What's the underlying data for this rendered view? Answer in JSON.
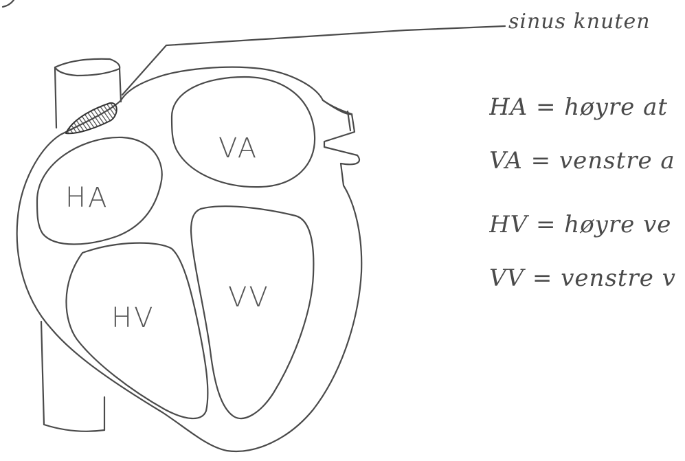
{
  "colors": {
    "ink": "#4a4a4a",
    "paper": "#ffffff",
    "hatch": "#555555"
  },
  "diagram": {
    "chambers": {
      "ha": "HA",
      "va": "VA",
      "hv": "HV",
      "vv": "VV"
    },
    "callout": {
      "text": "sinus knuten"
    },
    "legend": [
      "HA = høyre at",
      "VA = venstre a",
      "HV = høyre ve",
      "VV = venstre v"
    ]
  }
}
